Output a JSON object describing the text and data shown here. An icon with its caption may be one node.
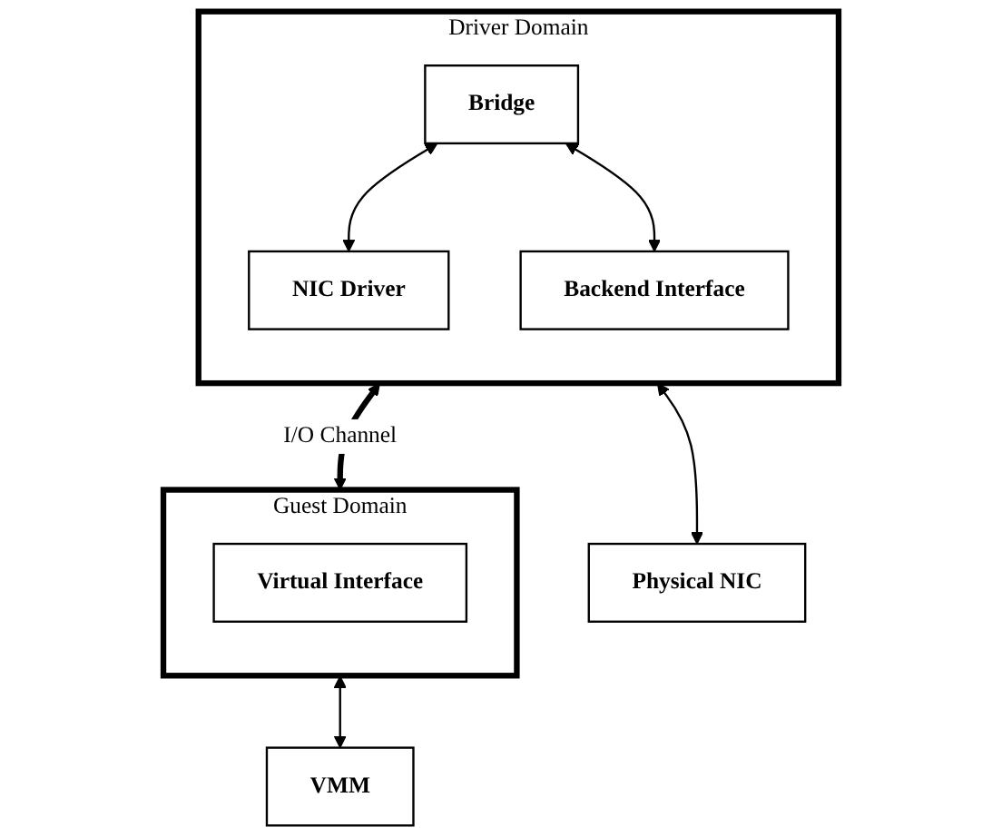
{
  "diagram": {
    "nodes": [
      {
        "text": [
          "Driver Domain"
        ]
      },
      {
        "text": [
          "Bridge"
        ],
        "in": 0
      },
      {
        "text": [
          "NIC Driver"
        ],
        "in": 0
      },
      {
        "text": [
          "Backend Interface"
        ],
        "in": 0
      },
      {
        "text": [
          "Guest Domain"
        ]
      },
      {
        "text": [
          "Virtual Interface"
        ],
        "in": 4
      },
      {
        "text": [
          "Physical NIC"
        ]
      },
      {
        "text": [
          "VMM"
        ]
      }
    ],
    "edges": [
      {
        "from": 1,
        "to": 2,
        "arrow": "both"
      },
      {
        "from": 1,
        "to": 3,
        "arrow": "both"
      },
      {
        "from": 0,
        "to": 4,
        "arrow": "both",
        "label": "I/O Channel",
        "style": "thick"
      },
      {
        "from": 0,
        "to": 6,
        "arrow": "both"
      },
      {
        "from": 4,
        "to": 7,
        "arrow": "both"
      }
    ]
  }
}
